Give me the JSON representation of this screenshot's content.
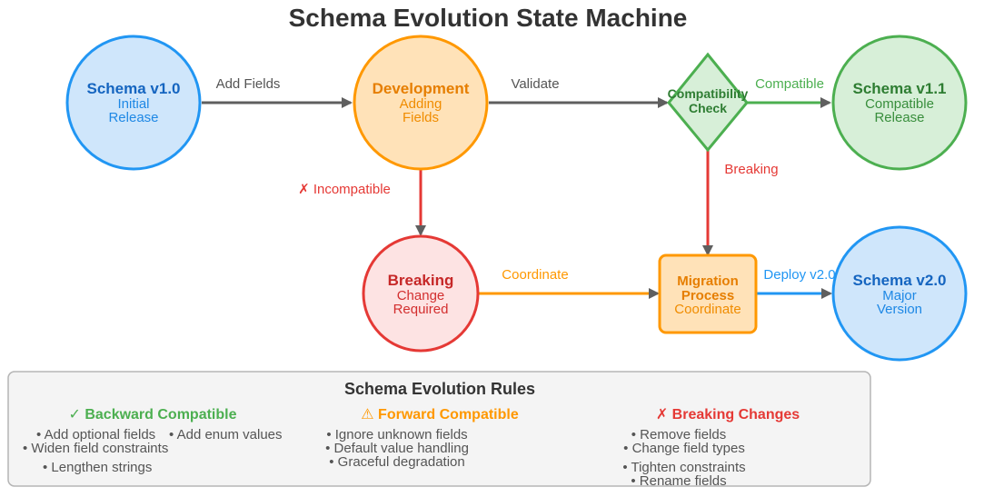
{
  "title": "Schema Evolution State Machine",
  "colors": {
    "blue_stroke": "#2196f3",
    "blue_fill": "#cfe6fb",
    "blue_text": "#1565c0",
    "orange_stroke": "#ff9800",
    "orange_fill": "#ffe2b8",
    "orange_text": "#e67e00",
    "green_stroke": "#4caf50",
    "green_fill": "#d7efd8",
    "green_text": "#2e7d32",
    "red_stroke": "#e53935",
    "red_fill": "#fde3e3",
    "red_text": "#c62828",
    "arrow_gray": "#5f5f5f",
    "label_gray": "#555555"
  },
  "nodes": {
    "schema_v10": {
      "title": "Schema v1.0",
      "line1": "Initial",
      "line2": "Release"
    },
    "development": {
      "title": "Development",
      "line1": "Adding",
      "line2": "Fields"
    },
    "compat_check": {
      "line1": "Compatibility",
      "line2": "Check"
    },
    "schema_v11": {
      "title": "Schema v1.1",
      "line1": "Compatible",
      "line2": "Release"
    },
    "breaking": {
      "title": "Breaking",
      "line1": "Change",
      "line2": "Required"
    },
    "migration": {
      "line1": "Migration",
      "line2": "Process",
      "line3": "Coordinate"
    },
    "schema_v20": {
      "title": "Schema v2.0",
      "line1": "Major",
      "line2": "Version"
    }
  },
  "edges": {
    "add_fields": "Add Fields",
    "validate": "Validate",
    "compatible": "Compatible",
    "incompatible": "✗ Incompatible",
    "breaking": "Breaking",
    "coordinate": "Coordinate",
    "deploy": "Deploy v2.0"
  },
  "rules": {
    "title": "Schema Evolution Rules",
    "backward": {
      "heading": "✓ Backward Compatible",
      "items": [
        "• Add optional fields",
        "• Add enum values",
        "• Widen field constraints",
        "• Lengthen strings"
      ]
    },
    "forward": {
      "heading": "⚠ Forward Compatible",
      "items": [
        "• Ignore unknown fields",
        "• Default value handling",
        "• Graceful degradation"
      ]
    },
    "breaking": {
      "heading": "✗ Breaking Changes",
      "items": [
        "• Remove fields",
        "• Change field types",
        "• Tighten constraints",
        "• Rename fields"
      ]
    }
  }
}
